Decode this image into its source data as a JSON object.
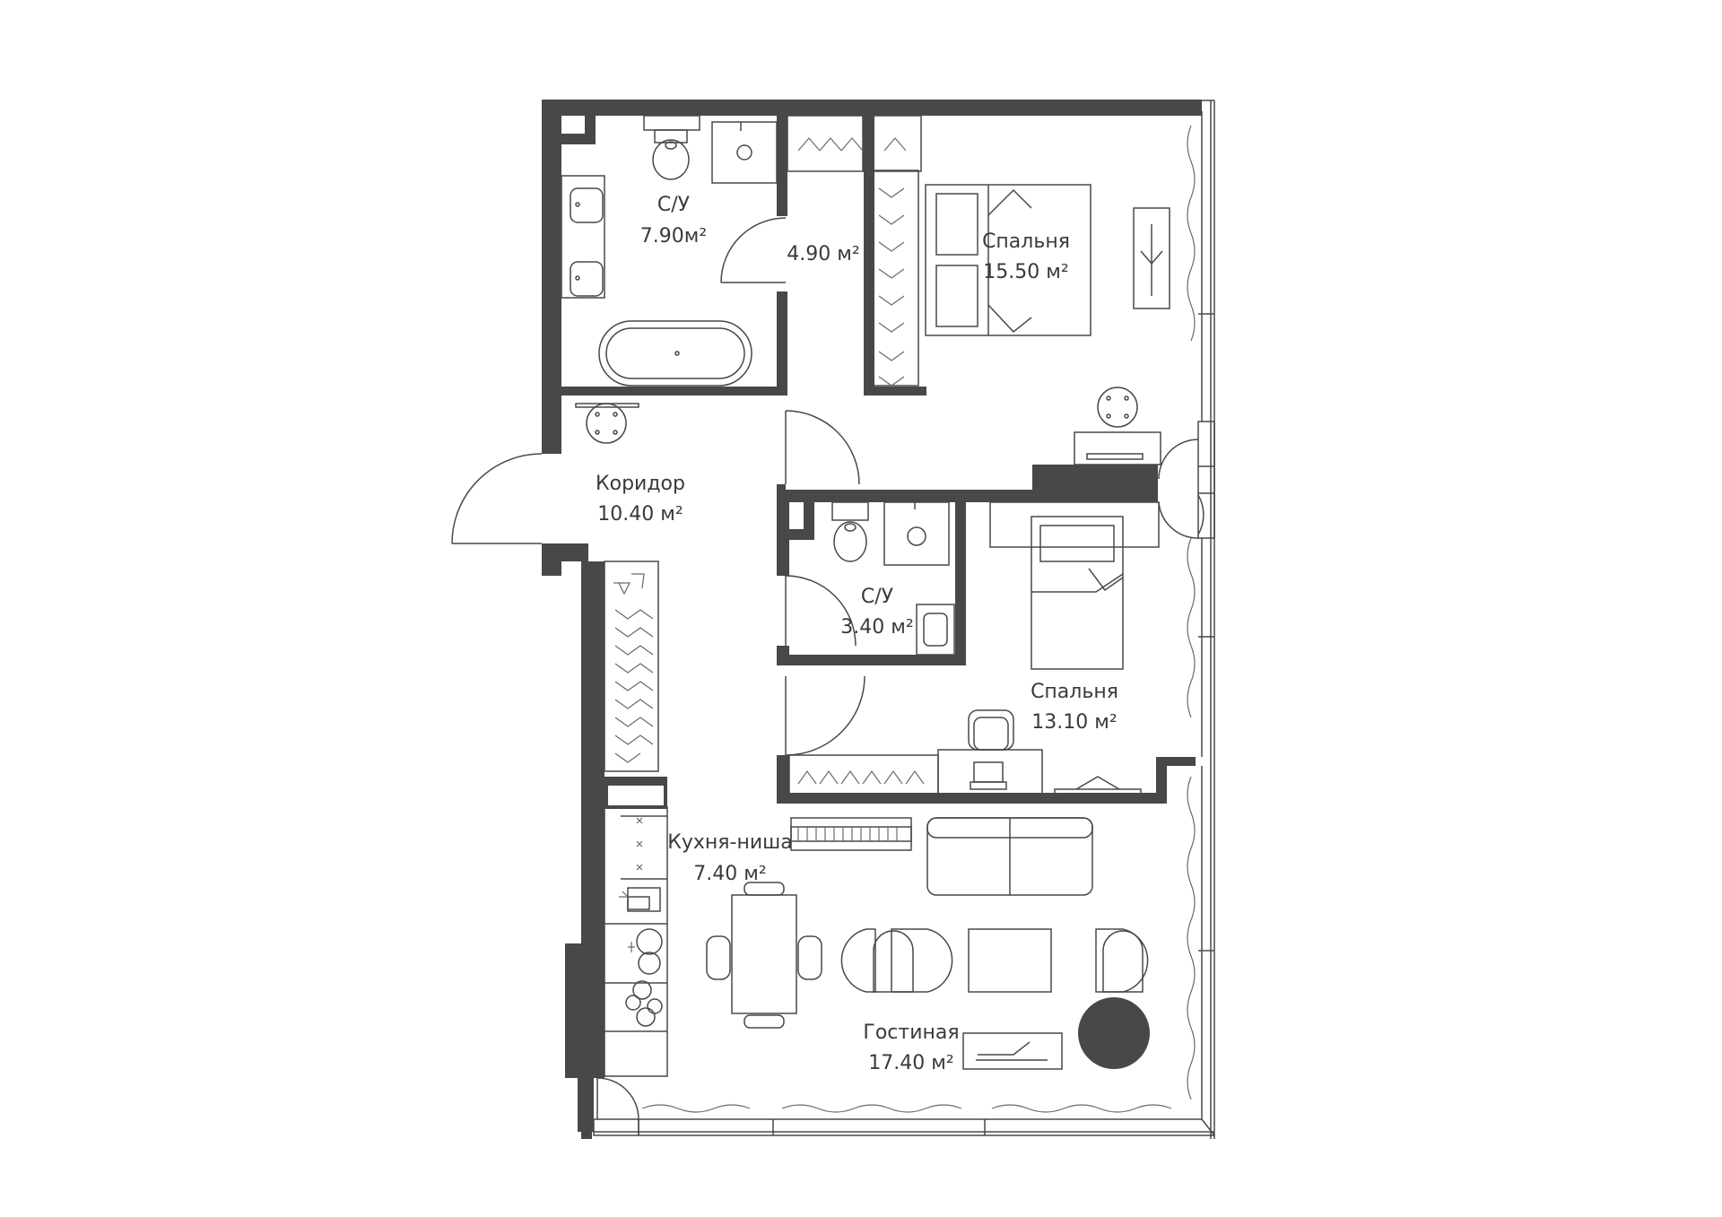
{
  "colors": {
    "wall": "#48484a",
    "line": "#6a6a6c",
    "text": "#3a3a3c",
    "background": "#ffffff"
  },
  "rooms": [
    {
      "id": "bath1",
      "name": "С/У",
      "area": "7.90м²"
    },
    {
      "id": "closet",
      "name": "",
      "area": "4.90 м²"
    },
    {
      "id": "bedroom1",
      "name": "Спальня",
      "area": "15.50 м²"
    },
    {
      "id": "corridor",
      "name": "Коридор",
      "area": "10.40 м²"
    },
    {
      "id": "bath2",
      "name": "С/У",
      "area": "3.40 м²"
    },
    {
      "id": "bedroom2",
      "name": "Спальня",
      "area": "13.10 м²"
    },
    {
      "id": "kitchen",
      "name": "Кухня-ниша",
      "area": "7.40 м²"
    },
    {
      "id": "living",
      "name": "Гостиная",
      "area": "17.40 м²"
    }
  ],
  "icons": [
    "door-swing-icon",
    "bathtub-icon",
    "toilet-icon",
    "sink-icon",
    "double-bed-icon",
    "single-bed-icon",
    "wardrobe-hanger-icon",
    "sofa-icon",
    "dining-table-icon",
    "armchair-icon",
    "coffee-table-icon",
    "tv-icon",
    "stove-icon",
    "round-table-icon",
    "laptop-icon"
  ]
}
